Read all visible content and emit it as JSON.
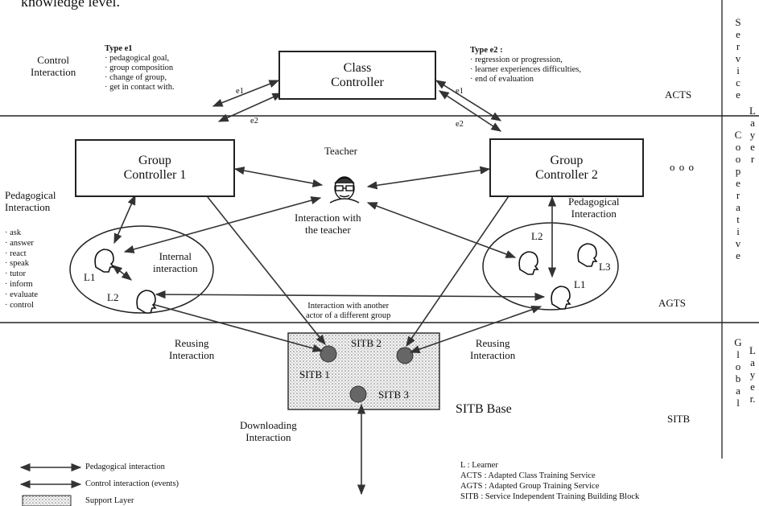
{
  "top_text": "knowledge level.",
  "layers": {
    "acts": "ACTS",
    "agts": "AGTS",
    "sitb": "SITB",
    "service_cooperative_layer": {
      "service": "S e r v i c e",
      "cooperative": "C o o p e r a t i v e",
      "layer": "L a y e r"
    },
    "global_layer": {
      "global": "G l o b a l",
      "layer": "L a y e r."
    }
  },
  "nodes": {
    "class_controller": [
      "Class",
      "Controller"
    ],
    "group_controller_1": [
      "Group",
      "Controller 1"
    ],
    "group_controller_2": [
      "Group",
      "Controller 2"
    ],
    "teacher": "Teacher",
    "ellipsis": "o o o",
    "sitb_base": "SITB Base",
    "sitb1": "SITB 1",
    "sitb2": "SITB 2",
    "sitb3": "SITB 3"
  },
  "labels": {
    "control_interaction": [
      "Control",
      "Interaction"
    ],
    "type_e1_title": "Type  e1",
    "type_e1_items": [
      "· pedagogical goal,",
      "· group composition",
      "· change of group,",
      "· get in contact with."
    ],
    "type_e2_title": "Type  e2 :",
    "type_e2_items": [
      "· regression or progression,",
      "· learner experiences difficulties,",
      "· end of evaluation"
    ],
    "e1": "e1",
    "e2": "e2",
    "pedagogical_interaction_left": [
      "Pedagogical",
      "Interaction"
    ],
    "pedagogical_interaction_right": [
      "Pedagogical",
      "Interaction"
    ],
    "ped_list": [
      "· ask",
      "· answer",
      "· react",
      "· speak",
      "· tutor",
      "· inform",
      "· evaluate",
      "· control"
    ],
    "internal_interaction": [
      "Internal",
      "interaction"
    ],
    "interaction_with_teacher": [
      "Interaction with",
      "the teacher"
    ],
    "interaction_another_actor": [
      "Interaction with another",
      "actor of a different group"
    ],
    "reusing_left": [
      "Reusing",
      "Interaction"
    ],
    "reusing_right": [
      "Reusing",
      "Interaction"
    ],
    "downloading": [
      "Downloading",
      "Interaction"
    ],
    "learners_left": [
      "L1",
      "L2"
    ],
    "learners_right": [
      "L2",
      "L3",
      "L1"
    ]
  },
  "legend": {
    "pedagogical": "Pedagogical interaction",
    "control": "Control interaction (events)",
    "support": "Support Layer"
  },
  "abbreviations": [
    "L : Learner",
    "ACTS : Adapted Class Training Service",
    "AGTS : Adapted Group Training Service",
    "SITB : Service Independent Training Building Block"
  ]
}
